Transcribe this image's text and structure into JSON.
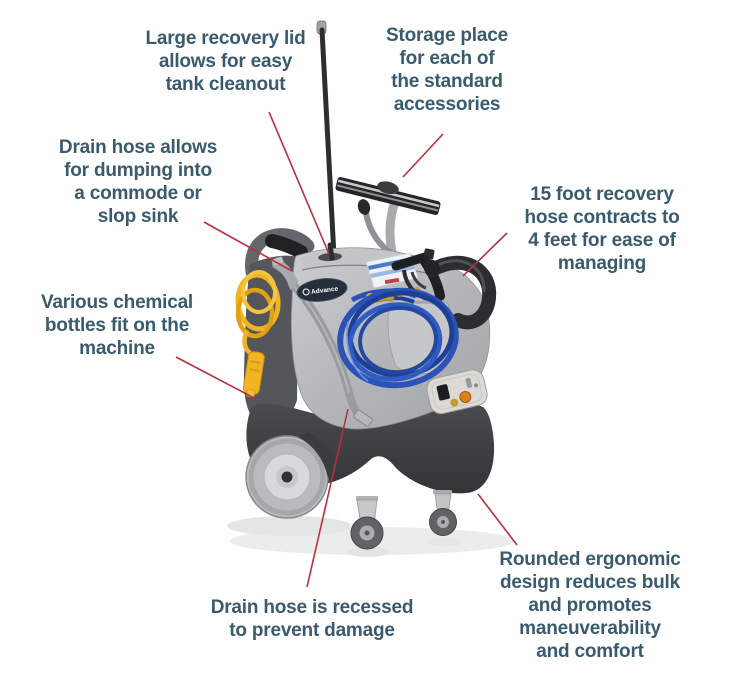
{
  "figure": {
    "type": "product-feature-diagram",
    "subject": "carpet extractor machine"
  },
  "colors": {
    "background": "#ffffff",
    "label_text": "#3a5a6e",
    "leader_line": "#bb2f3d",
    "body_gray": "#b4b7b9",
    "base_charcoal": "#3e4043",
    "hose_blue": "#2a52b8",
    "cord_yellow": "#f2b422",
    "amber_indicator": "#d9821c"
  },
  "machine": {
    "badge_text": "Advance"
  },
  "callouts": {
    "large_recovery_lid": {
      "text": "Large recovery lid\nallows for easy\ntank cleanout"
    },
    "storage_place": {
      "text": "Storage place\nfor each of\nthe standard\naccessories"
    },
    "drain_hose_dump": {
      "text": "Drain hose allows\nfor dumping into\na commode or\nslop sink"
    },
    "recovery_hose": {
      "text": "15 foot recovery\nhose contracts to\n4 feet for ease of\nmanaging"
    },
    "chemical_bottles": {
      "text": "Various chemical\nbottles fit on the\nmachine"
    },
    "rounded_design": {
      "text": "Rounded ergonomic\ndesign reduces bulk\nand promotes\nmaneuverability\nand comfort"
    },
    "drain_hose_recessed": {
      "text": "Drain hose is recessed\nto prevent damage"
    }
  }
}
